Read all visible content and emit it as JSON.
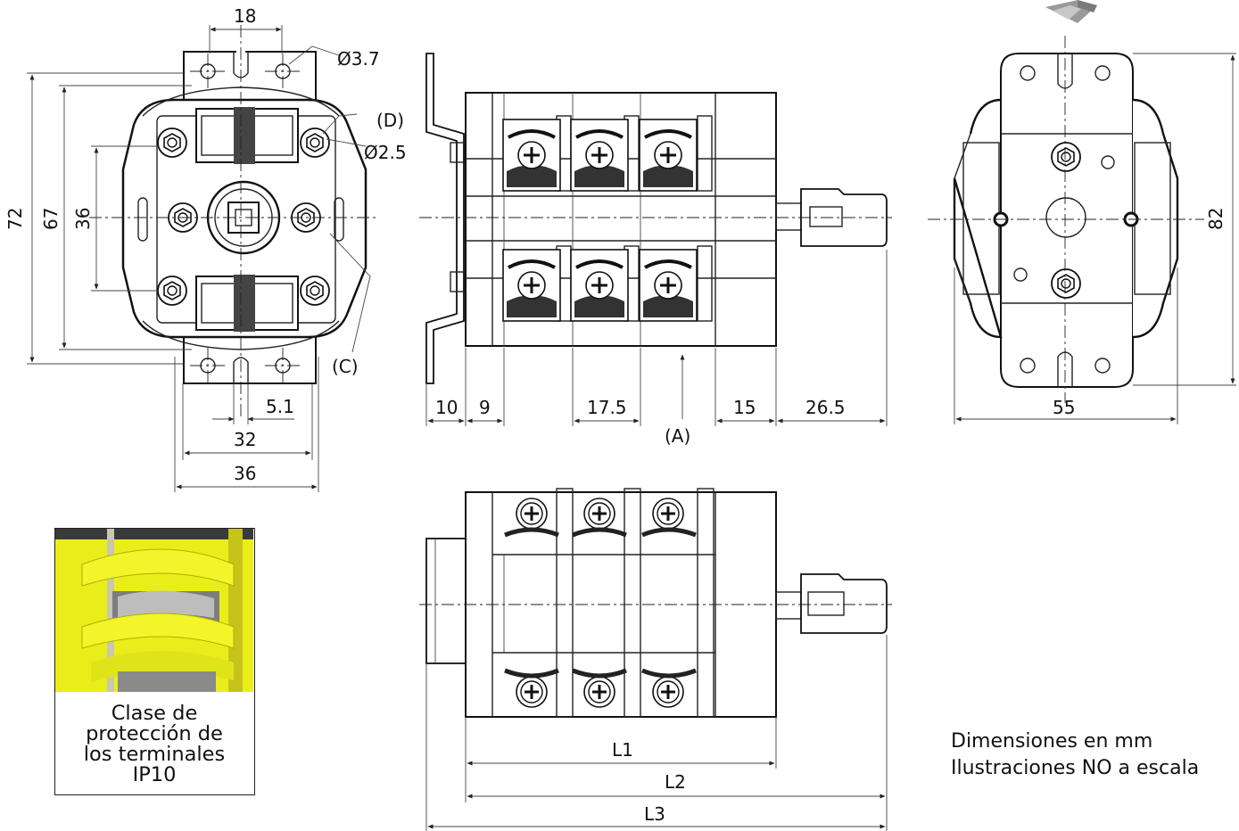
{
  "front_view": {
    "dim_top": "18",
    "hole_dia": "Ø3.7",
    "callout_d": "(D)",
    "pin_dia": "Ø2.5",
    "callout_c": "(C)",
    "dim_72": "72",
    "dim_67": "67",
    "dim_36_v": "36",
    "dim_5_1": "5.1",
    "dim_32": "32",
    "dim_36_h": "36"
  },
  "side_view": {
    "dim_10": "10",
    "dim_9": "9",
    "dim_17_5": "17.5",
    "dim_15": "15",
    "dim_26_5": "26.5",
    "callout_a": "(A)"
  },
  "rear_view": {
    "dim_82": "82",
    "dim_55": "55"
  },
  "bottom_view": {
    "dim_l1": "L1",
    "dim_l2": "L2",
    "dim_l3": "L3"
  },
  "inset": {
    "caption_lines": [
      "Clase de",
      "protección de",
      "los terminales",
      "IP10"
    ],
    "highlight_color": "#e9ee1a"
  },
  "notes": {
    "line1": "Dimensiones en mm",
    "line2": "Ilustraciones NO a escala"
  }
}
